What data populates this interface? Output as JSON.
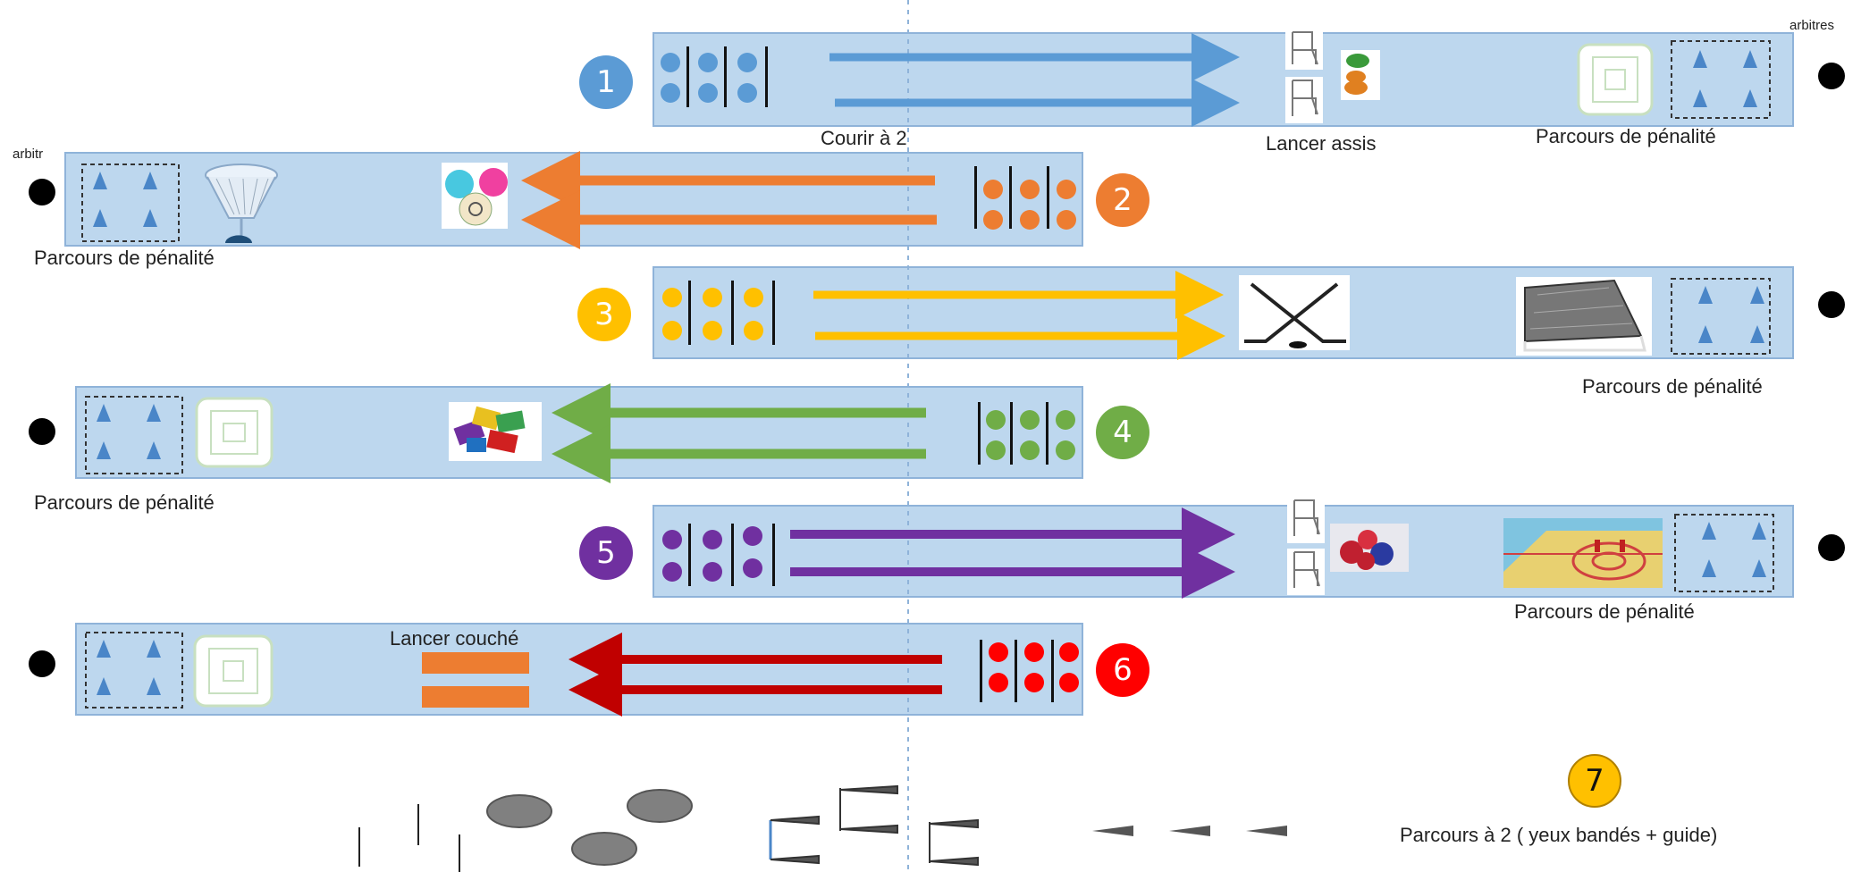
{
  "lanes": [
    {
      "number": "1",
      "color": "#5b9bd5"
    },
    {
      "number": "2",
      "color": "#ed7d31"
    },
    {
      "number": "3",
      "color": "#ffc000"
    },
    {
      "number": "4",
      "color": "#70ad47"
    },
    {
      "number": "5",
      "color": "#7030a0"
    },
    {
      "number": "6",
      "color": "#ff0000"
    }
  ],
  "station7": {
    "number": "7",
    "color": "#ffc000",
    "label": "Parcours à 2 ( yeux bandés + guide)"
  },
  "labels": {
    "courir": "Courir à 2",
    "lancer_assis": "Lancer assis",
    "lancer_couche": "Lancer couché",
    "penalite_1": "Parcours de pénalité",
    "penalite_2": "Parcours de pénalité",
    "penalite_3": "Parcours de pénalité",
    "penalite_4": "Parcours de pénalité",
    "penalite_5": "Parcours de pénalité",
    "arbitres_right": "arbitres",
    "arbitres_left": "arbitr"
  }
}
